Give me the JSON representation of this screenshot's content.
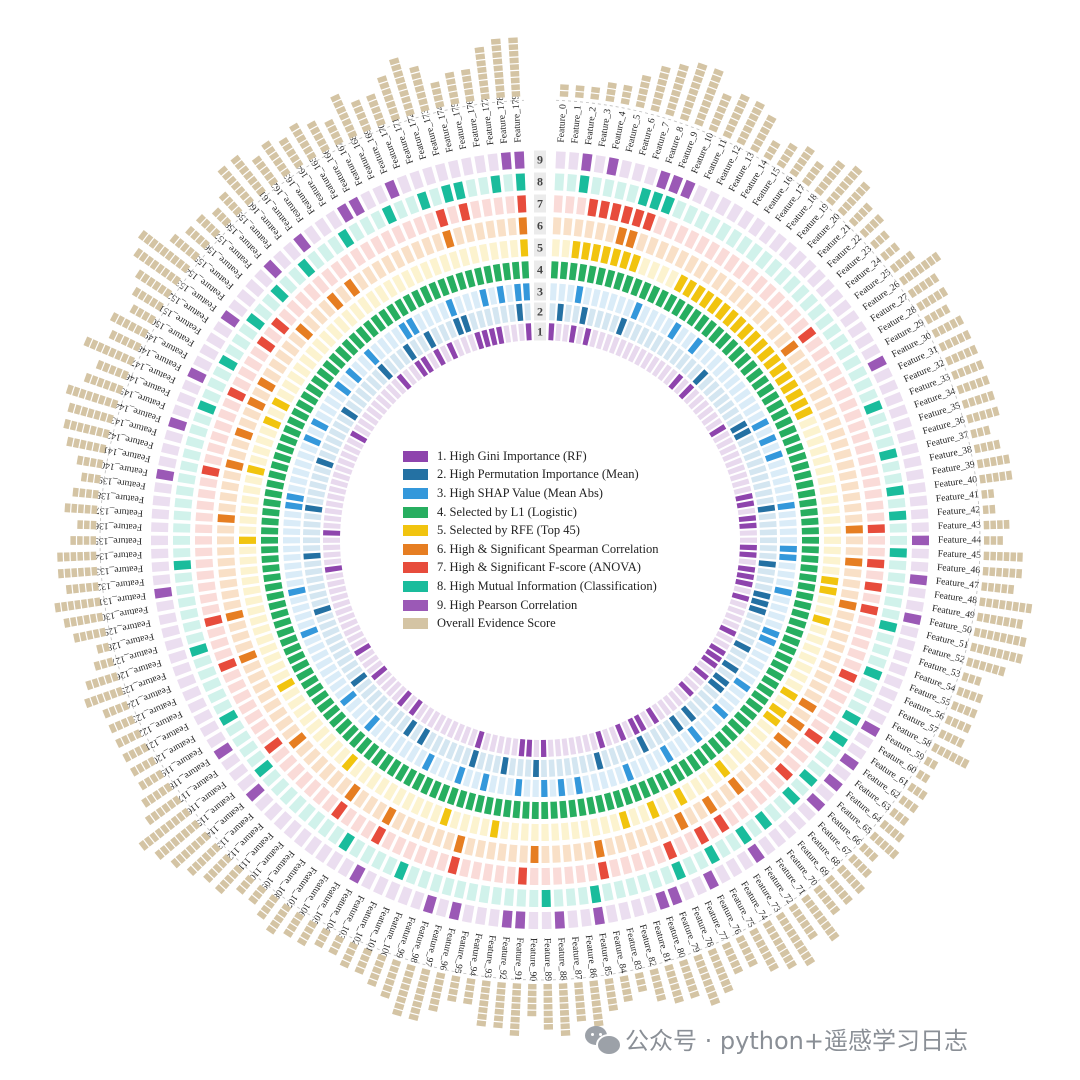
{
  "chart_data": {
    "type": "circular-heatmap",
    "ring_labels": [
      "1",
      "2",
      "3",
      "4",
      "5",
      "6",
      "7",
      "8",
      "9"
    ],
    "features": [
      "Feature_0",
      "Feature_1",
      "Feature_2",
      "Feature_3",
      "Feature_4",
      "Feature_5",
      "Feature_6",
      "Feature_7",
      "Feature_8",
      "Feature_9",
      "Feature_10",
      "Feature_11",
      "Feature_12",
      "Feature_13",
      "Feature_14",
      "Feature_15",
      "Feature_16",
      "Feature_17",
      "Feature_18",
      "Feature_19",
      "Feature_20",
      "Feature_21",
      "Feature_22",
      "Feature_23",
      "Feature_24",
      "Feature_25",
      "Feature_26",
      "Feature_27",
      "Feature_28",
      "Feature_29",
      "Feature_30",
      "Feature_31",
      "Feature_32",
      "Feature_33",
      "Feature_34",
      "Feature_35",
      "Feature_36",
      "Feature_37",
      "Feature_38",
      "Feature_39",
      "Feature_40",
      "Feature_41",
      "Feature_42",
      "Feature_43",
      "Feature_44",
      "Feature_45",
      "Feature_46",
      "Feature_47",
      "Feature_48",
      "Feature_49",
      "Feature_50",
      "Feature_51",
      "Feature_52",
      "Feature_53",
      "Feature_54",
      "Feature_55",
      "Feature_56",
      "Feature_57",
      "Feature_58",
      "Feature_59",
      "Feature_60",
      "Feature_61",
      "Feature_62",
      "Feature_63",
      "Feature_64",
      "Feature_65",
      "Feature_66",
      "Feature_67",
      "Feature_68",
      "Feature_69",
      "Feature_70",
      "Feature_71",
      "Feature_72",
      "Feature_73",
      "Feature_74",
      "Feature_75",
      "Feature_76",
      "Feature_77",
      "Feature_78",
      "Feature_79",
      "Feature_80",
      "Feature_81",
      "Feature_82",
      "Feature_83",
      "Feature_84",
      "Feature_85",
      "Feature_86",
      "Feature_87",
      "Feature_88",
      "Feature_89",
      "Feature_90",
      "Feature_91",
      "Feature_92",
      "Feature_93",
      "Feature_94",
      "Feature_95",
      "Feature_96",
      "Feature_97",
      "Feature_98",
      "Feature_99",
      "Feature_100",
      "Feature_101",
      "Feature_102",
      "Feature_103",
      "Feature_104",
      "Feature_105",
      "Feature_106",
      "Feature_107",
      "Feature_108",
      "Feature_109",
      "Feature_110",
      "Feature_111",
      "Feature_112",
      "Feature_113",
      "Feature_114",
      "Feature_115",
      "Feature_116",
      "Feature_117",
      "Feature_118",
      "Feature_119",
      "Feature_120",
      "Feature_121",
      "Feature_122",
      "Feature_123",
      "Feature_124",
      "Feature_125",
      "Feature_126",
      "Feature_127",
      "Feature_128",
      "Feature_129",
      "Feature_130",
      "Feature_131",
      "Feature_132",
      "Feature_133",
      "Feature_134",
      "Feature_135",
      "Feature_136",
      "Feature_137",
      "Feature_138",
      "Feature_139",
      "Feature_140",
      "Feature_141",
      "Feature_142",
      "Feature_143",
      "Feature_144",
      "Feature_145",
      "Feature_146",
      "Feature_147",
      "Feature_148",
      "Feature_149",
      "Feature_150",
      "Feature_151",
      "Feature_152",
      "Feature_153",
      "Feature_154",
      "Feature_155",
      "Feature_156",
      "Feature_157",
      "Feature_158",
      "Feature_159",
      "Feature_160",
      "Feature_161",
      "Feature_162",
      "Feature_163",
      "Feature_164",
      "Feature_165",
      "Feature_166",
      "Feature_167",
      "Feature_168",
      "Feature_169",
      "Feature_170",
      "Feature_171",
      "Feature_172",
      "Feature_173",
      "Feature_174",
      "Feature_175",
      "Feature_176",
      "Feature_177",
      "Feature_178",
      "Feature_179"
    ],
    "series": [
      {
        "name": "1. High Gini Importance (RF)",
        "color": "#8e44ad",
        "light": "#e8d9ee",
        "selected": [
          0,
          3,
          5,
          19,
          21,
          28,
          38,
          39,
          41,
          42,
          45,
          46,
          48,
          49,
          50,
          52,
          57,
          60,
          61,
          62,
          64,
          67,
          73,
          75,
          76,
          78,
          81,
          89,
          91,
          92,
          98,
          108,
          110,
          115,
          119,
          131,
          136,
          150,
          160,
          163,
          164,
          166,
          168,
          172,
          173,
          174,
          175,
          179
        ]
      },
      {
        "name": "2. High Permutation Importance (Mean)",
        "color": "#2471a3",
        "light": "#d4e6f1",
        "selected": [
          1,
          4,
          9,
          21,
          29,
          30,
          40,
          47,
          51,
          52,
          53,
          58,
          61,
          63,
          64,
          69,
          71,
          76,
          82,
          90,
          94,
          98,
          105,
          107,
          116,
          126,
          133,
          139,
          145,
          152,
          159,
          163,
          166,
          170,
          171,
          178
        ]
      },
      {
        "name": "3. High SHAP Value (Mean Abs)",
        "color": "#3498db",
        "light": "#daecf8",
        "selected": [
          3,
          10,
          15,
          18,
          30,
          32,
          34,
          40,
          45,
          46,
          50,
          55,
          56,
          62,
          66,
          70,
          74,
          79,
          85,
          87,
          89,
          92,
          96,
          99,
          103,
          111,
          115,
          124,
          129,
          139,
          140,
          147,
          149,
          154,
          156,
          159,
          164,
          165,
          170,
          174,
          176,
          178,
          179
        ]
      },
      {
        "name": "4. Selected by L1 (Logistic)",
        "color": "#27ae60",
        "light": "#d4efdf",
        "selected_all": true
      },
      {
        "name": "5. Selected by RFE (Top 45)",
        "color": "#f1c40f",
        "light": "#fcf3cf",
        "selected": [
          2,
          3,
          4,
          5,
          6,
          7,
          8,
          13,
          14,
          15,
          16,
          17,
          18,
          19,
          20,
          21,
          22,
          23,
          24,
          25,
          26,
          27,
          28,
          29,
          30,
          31,
          48,
          49,
          52,
          60,
          62,
          63,
          70,
          75,
          78,
          81,
          94,
          99,
          110,
          120,
          135,
          142,
          147,
          149,
          179
        ]
      },
      {
        "name": "6. High & Significant Spearman Correlation",
        "color": "#e67e22",
        "light": "#f9e0c7",
        "selected": [
          6,
          7,
          25,
          43,
          46,
          50,
          60,
          62,
          64,
          70,
          73,
          76,
          84,
          90,
          97,
          104,
          108,
          115,
          124,
          128,
          137,
          142,
          145,
          148,
          150,
          156,
          160,
          162,
          172,
          179
        ]
      },
      {
        "name": "7. High & Significant F-score (ANOVA)",
        "color": "#e74c3c",
        "light": "#fadbd8",
        "selected": [
          3,
          4,
          5,
          6,
          7,
          8,
          25,
          43,
          46,
          48,
          50,
          56,
          62,
          66,
          73,
          75,
          78,
          84,
          91,
          97,
          104,
          108,
          116,
          124,
          128,
          141,
          148,
          153,
          155,
          172,
          174,
          179
        ]
      },
      {
        "name": "8. High Mutual Information (Classification)",
        "color": "#1abc9c",
        "light": "#d1f2eb",
        "selected": [
          2,
          7,
          8,
          9,
          33,
          37,
          40,
          42,
          45,
          51,
          55,
          59,
          61,
          65,
          67,
          70,
          72,
          75,
          78,
          85,
          89,
          101,
          106,
          115,
          120,
          126,
          133,
          146,
          150,
          154,
          157,
          160,
          164,
          168,
          171,
          173,
          174,
          177,
          179
        ]
      },
      {
        "name": "9. High Pearson Correlation",
        "color": "#9b59b6",
        "light": "#ebdef0",
        "selected": [
          2,
          4,
          8,
          9,
          10,
          30,
          44,
          47,
          50,
          59,
          62,
          64,
          66,
          72,
          76,
          79,
          80,
          85,
          88,
          91,
          92,
          96,
          98,
          104,
          114,
          118,
          131,
          140,
          144,
          148,
          153,
          158,
          161,
          165,
          166,
          169,
          178,
          179
        ]
      }
    ],
    "overall_legend_label": "Overall Evidence Score",
    "overall_color": "#d4c4a4",
    "overall_evidence_score": [
      2,
      2,
      2,
      3,
      3,
      5,
      7,
      8,
      9,
      9,
      6,
      7,
      7,
      6,
      3,
      4,
      5,
      4,
      6,
      7,
      6,
      4,
      4,
      3,
      3,
      4,
      7,
      5,
      5,
      4,
      5,
      5,
      5,
      5,
      5,
      5,
      5,
      3,
      4,
      5,
      5,
      2,
      2,
      4,
      3,
      6,
      6,
      5,
      8,
      7,
      8,
      8,
      6,
      3,
      4,
      4,
      4,
      4,
      6,
      2,
      2,
      3,
      3,
      3,
      4,
      5,
      3,
      4,
      5,
      5,
      5,
      8,
      6,
      9,
      8,
      7,
      5,
      5,
      7,
      8,
      6,
      6,
      5,
      3,
      4,
      5,
      7,
      6,
      8,
      7,
      5,
      8,
      7,
      7,
      4,
      4,
      6,
      8,
      8,
      6,
      5,
      4,
      4,
      3,
      3,
      4,
      4,
      5,
      4,
      3,
      3,
      5,
      5,
      6,
      7,
      8,
      9,
      6,
      5,
      4,
      4,
      4,
      4,
      4,
      4,
      6,
      5,
      3,
      2,
      5,
      6,
      7,
      5,
      6,
      6,
      4,
      3,
      5,
      4,
      3,
      4,
      6,
      7,
      7,
      8,
      6,
      5,
      8,
      5,
      6,
      4,
      5,
      6,
      8,
      9,
      5,
      4,
      4,
      3,
      4,
      7,
      7,
      5,
      6,
      5,
      6,
      5,
      4,
      7,
      5,
      5,
      7,
      9,
      7,
      4,
      5,
      5,
      8,
      9,
      9
    ]
  },
  "watermark": {
    "text": "公众号 · python+遥感学习日志"
  }
}
